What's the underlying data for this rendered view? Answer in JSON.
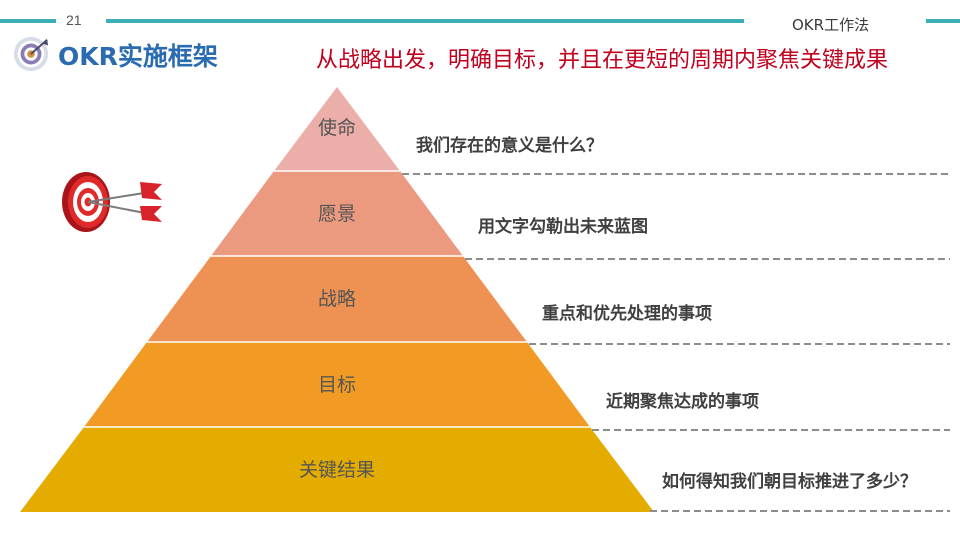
{
  "header": {
    "page_number": "21",
    "doc_name": "OKR工作法",
    "title": "OKR实施框架",
    "subtitle": "从战略出发，明确目标，并且在更短的周期内聚焦关键成果"
  },
  "pyramid": {
    "levels": [
      {
        "label": "使命",
        "description": "我们存在的意义是什么？",
        "color": "#ecaea9"
      },
      {
        "label": "愿景",
        "description": "用文字勾勒出未来蓝图",
        "color": "#eb9a80"
      },
      {
        "label": "战略",
        "description": "重点和优先处理的事项",
        "color": "#ee9254"
      },
      {
        "label": "目标",
        "description": "近期聚焦达成的事项",
        "color": "#f29b24"
      },
      {
        "label": "关键结果",
        "description": "如何得知我们朝目标推进了多少？",
        "color": "#e5ac00"
      }
    ]
  },
  "icons": {
    "logo": "target-logo-icon",
    "decoration": "dartboard-with-arrows-icon"
  },
  "colors": {
    "accent_line": "#3dafb9",
    "title": "#2b6cb0",
    "subtitle": "#c0001e"
  }
}
